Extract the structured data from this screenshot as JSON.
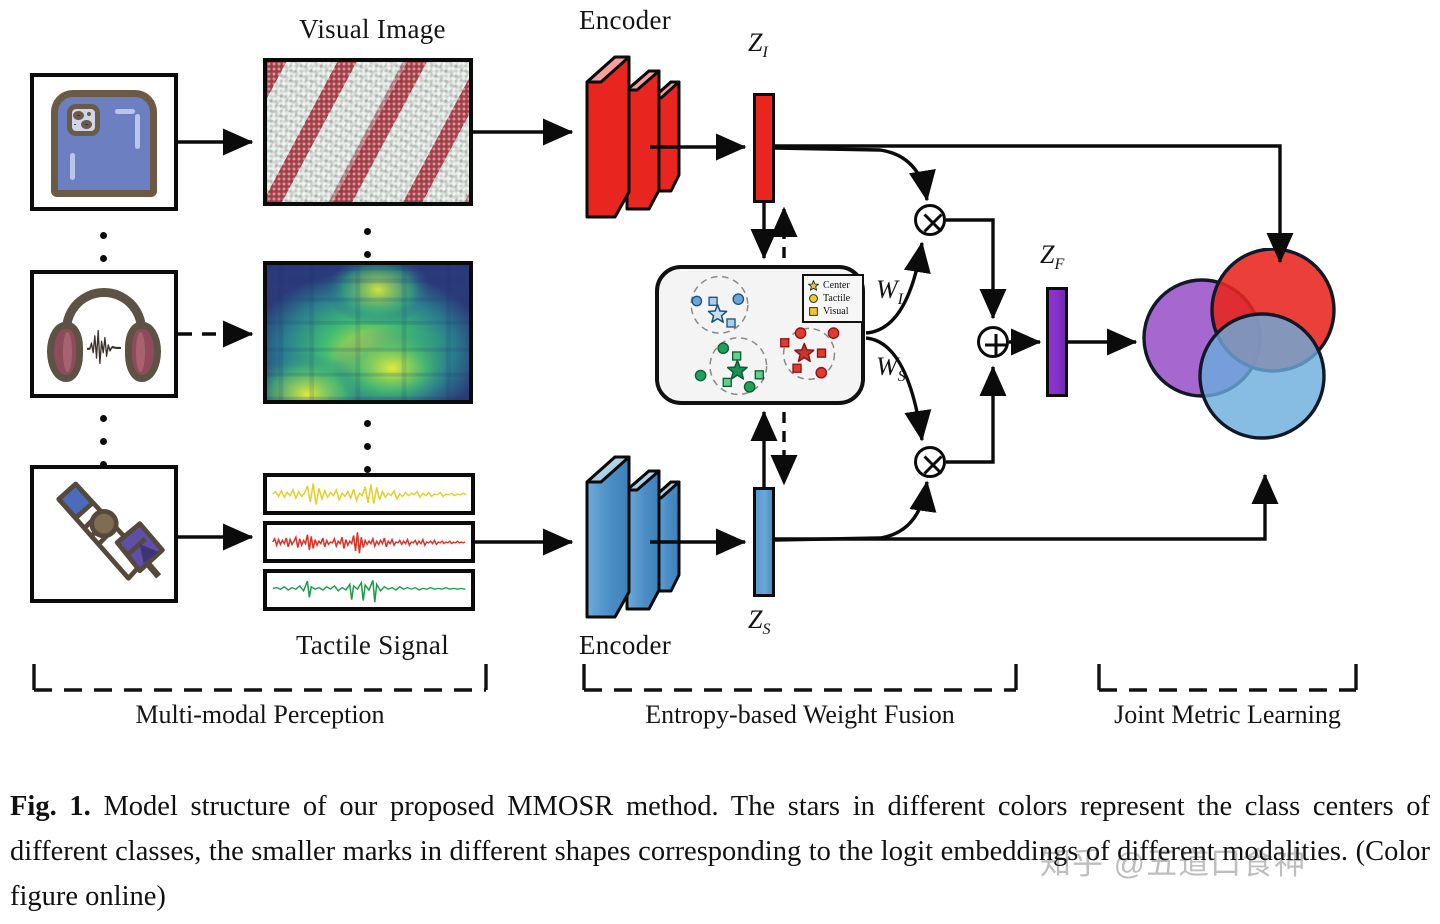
{
  "figure": {
    "column_titles": {
      "visual_image": "Visual Image",
      "encoder_top": "Encoder",
      "tactile_signal": "Tactile Signal",
      "encoder_bottom": "Encoder"
    },
    "latent_labels": {
      "z_image": "Z",
      "z_image_sub": "I",
      "z_signal": "Z",
      "z_signal_sub": "S",
      "z_fused": "Z",
      "z_fused_sub": "F"
    },
    "weight_labels": {
      "w_image": "W",
      "w_image_sub": "I",
      "w_signal": "W",
      "w_signal_sub": "S"
    },
    "operators": {
      "multiply_top": "multiply-operator",
      "multiply_bottom": "multiply-operator",
      "add": "add-operator"
    },
    "legend": {
      "items": [
        {
          "label": "Center",
          "marker": "star",
          "color": "#f2c72e"
        },
        {
          "label": "Tactile",
          "marker": "circle",
          "color": "#f2c72e"
        },
        {
          "label": "Visual",
          "marker": "square",
          "color": "#f2c72e"
        }
      ]
    },
    "clusters": [
      {
        "name": "blue-cluster",
        "color": "#5b9bd0"
      },
      {
        "name": "green-cluster",
        "color": "#22a05a"
      },
      {
        "name": "red-cluster",
        "color": "#e03a33"
      }
    ],
    "inputs": [
      {
        "name": "phone-thumbnail",
        "icon": "smartphone-icon"
      },
      {
        "name": "headphones-thumbnail",
        "icon": "headphones-icon"
      },
      {
        "name": "tactile-sensor-thumbnail",
        "icon": "haptic-sensor-icon"
      }
    ],
    "modality_panels": [
      {
        "name": "visual-texture-image",
        "kind": "fabric-texture"
      },
      {
        "name": "audio-spectrogram-image",
        "kind": "spectrogram"
      },
      {
        "name": "tactile-signal-yellow",
        "kind": "waveform",
        "color": "#e8d635"
      },
      {
        "name": "tactile-signal-red",
        "kind": "waveform",
        "color": "#e0342b"
      },
      {
        "name": "tactile-signal-green",
        "kind": "waveform",
        "color": "#1f9c4a"
      }
    ],
    "venn": {
      "circles": [
        {
          "name": "purple-circle",
          "color": "#9a52c8"
        },
        {
          "name": "red-circle",
          "color": "#e8251f"
        },
        {
          "name": "blue-circle",
          "color": "#6aaddc"
        }
      ]
    },
    "sections": [
      {
        "name": "multi-modal-perception",
        "label": "Multi-modal Perception"
      },
      {
        "name": "entropy-based-weight-fusion",
        "label": "Entropy-based Weight Fusion"
      },
      {
        "name": "joint-metric-learning",
        "label": "Joint Metric Learning"
      }
    ],
    "colors": {
      "visual_encoder": "#e8251f",
      "tactile_encoder": "#5b9bd0",
      "fused": "#8a2fd0",
      "stroke": "#0b0b0b"
    }
  },
  "caption": {
    "prefix": "Fig. 1.",
    "text": " Model structure of our proposed MMOSR method. The stars in different colors represent the class centers of different classes, the smaller marks in different shapes corresponding to the logit embeddings of different modalities. (Color figure online)"
  },
  "watermark": {
    "text": "知乎 @五道口食神"
  }
}
